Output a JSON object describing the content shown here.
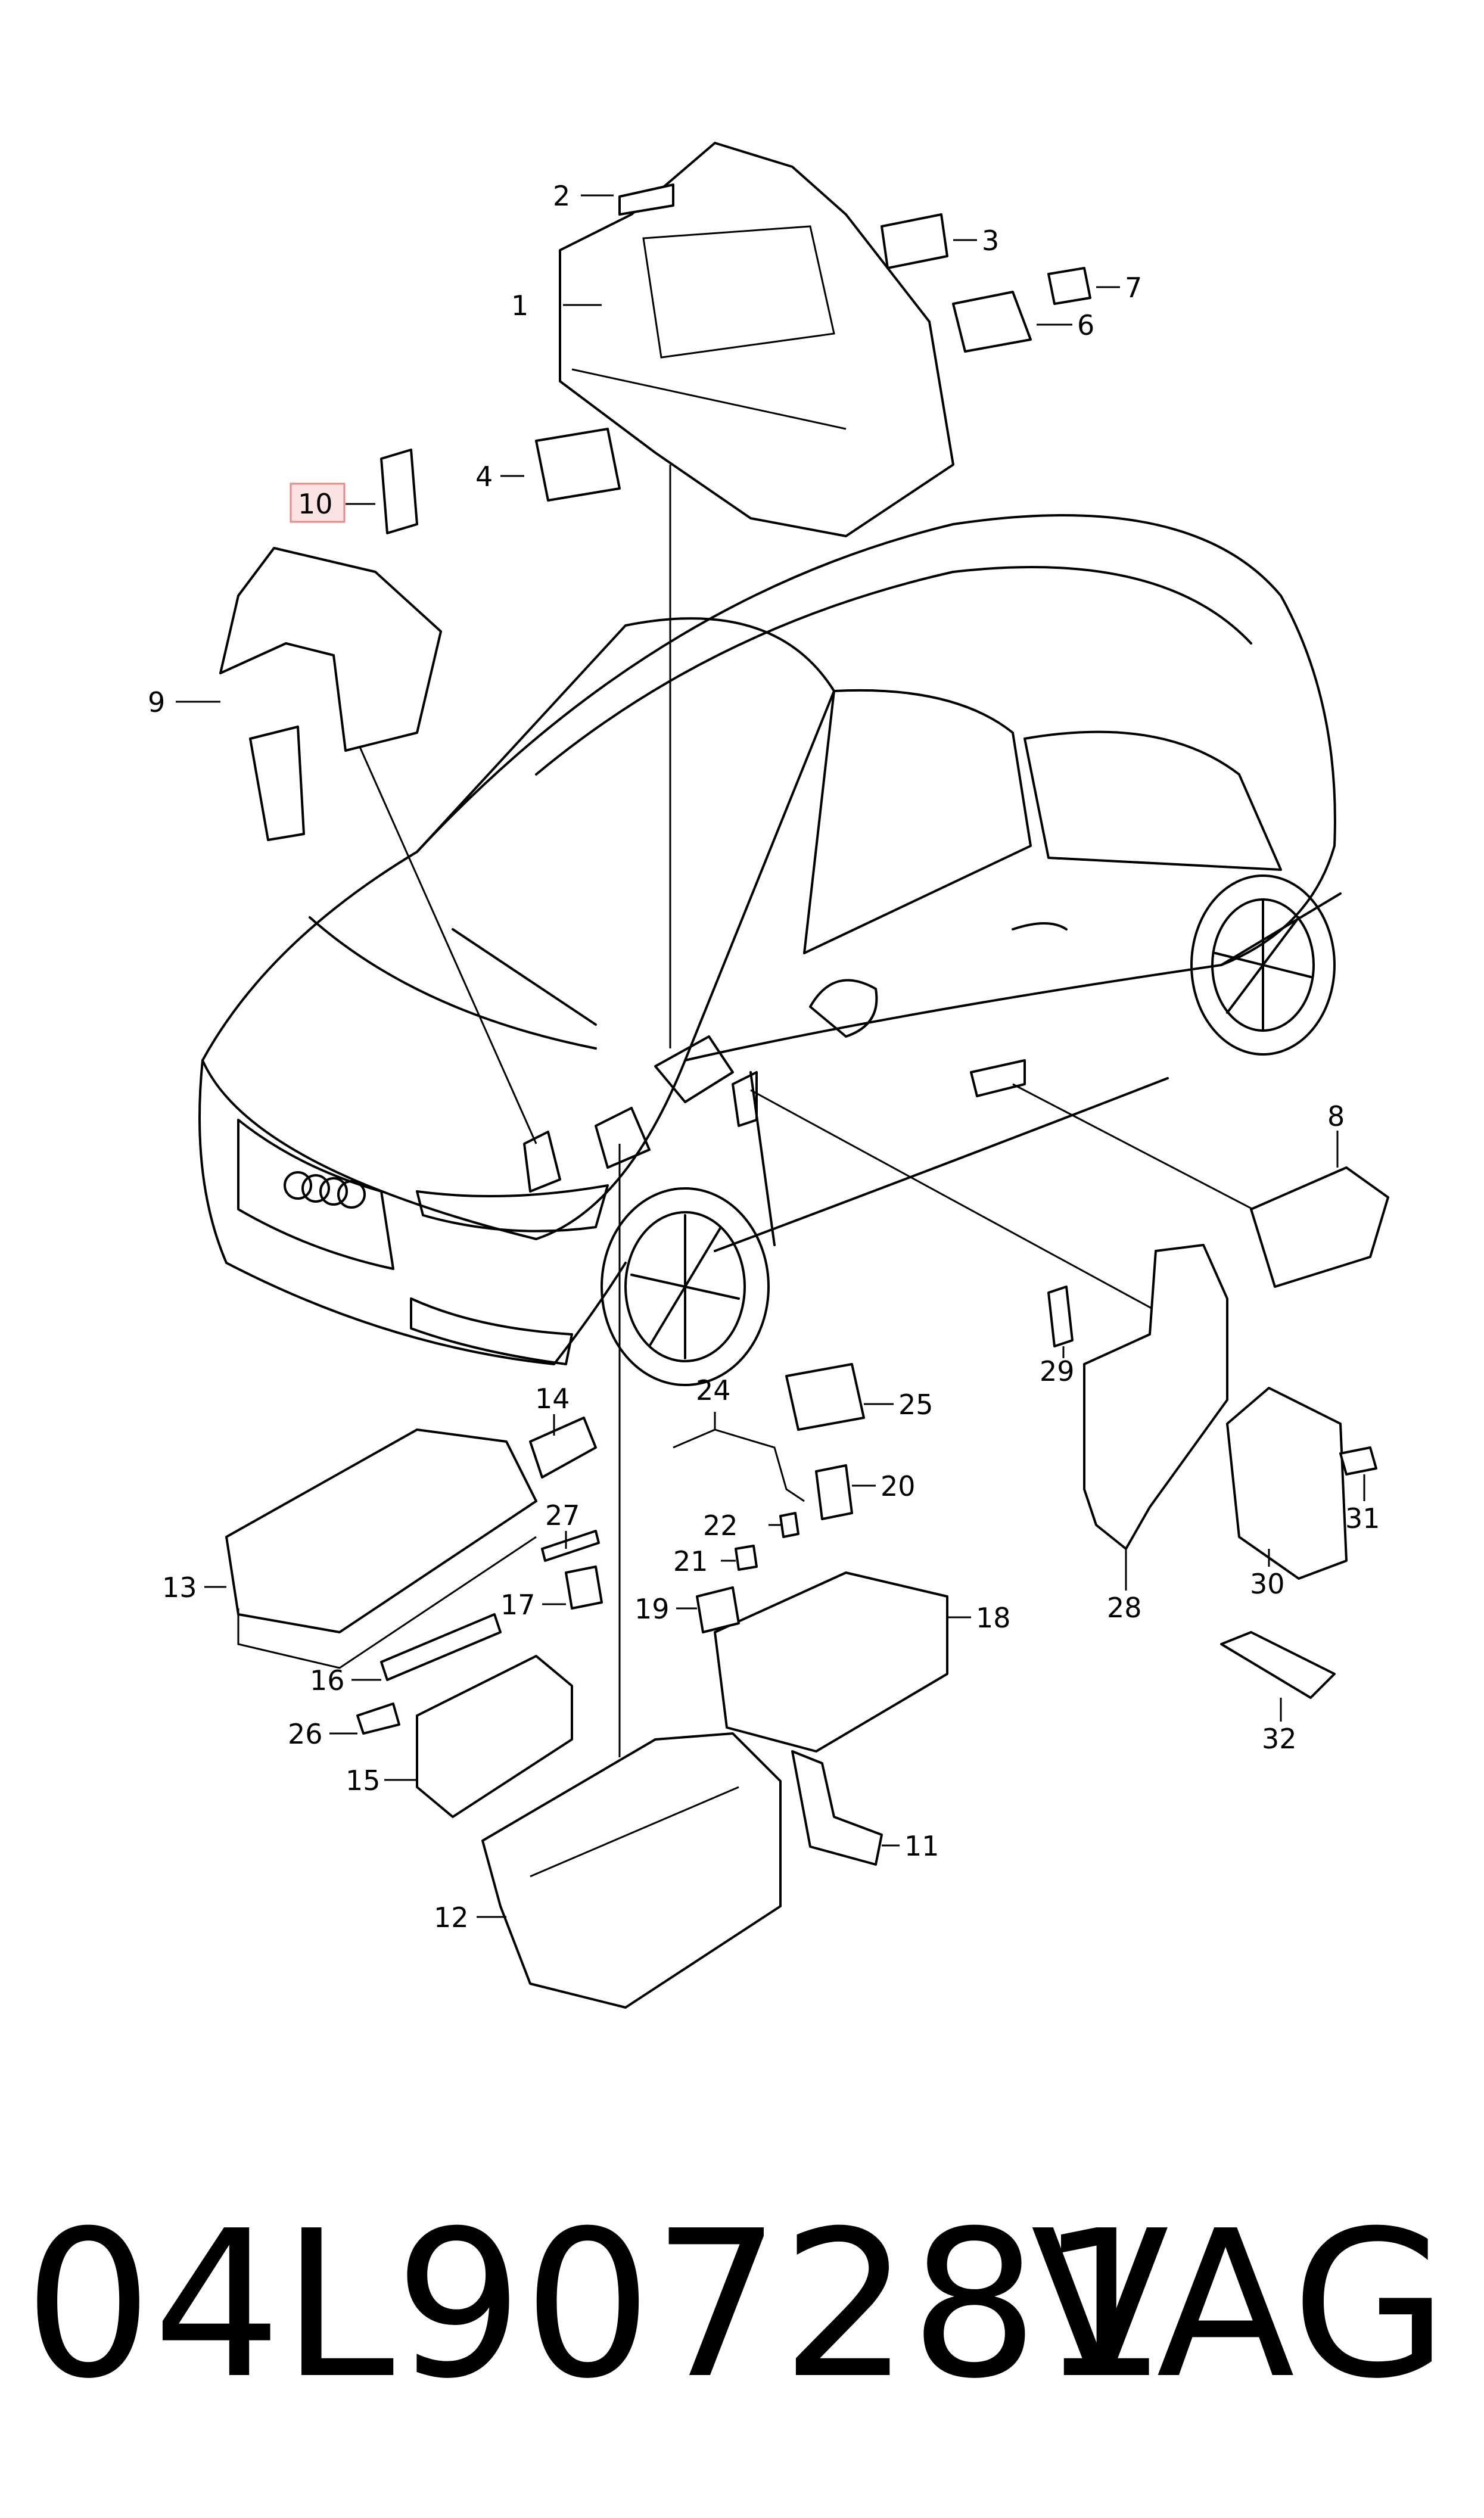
{
  "callouts": {
    "c1": "1",
    "c2": "2",
    "c3": "3",
    "c4": "4",
    "c6": "6",
    "c7": "7",
    "c8": "8",
    "c9": "9",
    "c10": "10",
    "c11": "11",
    "c12": "12",
    "c13": "13",
    "c14": "14",
    "c15": "15",
    "c16": "16",
    "c17": "17",
    "c18": "18",
    "c19": "19",
    "c20": "20",
    "c21": "21",
    "c22": "22",
    "c24": "24",
    "c25": "25",
    "c26": "26",
    "c27": "27",
    "c28": "28",
    "c29": "29",
    "c30": "30",
    "c31": "31",
    "c32": "32"
  },
  "highlighted_callout": "10",
  "highlight_color": "#e88a8a",
  "footer": {
    "part_number": "04L907281",
    "brand": "VAG"
  }
}
